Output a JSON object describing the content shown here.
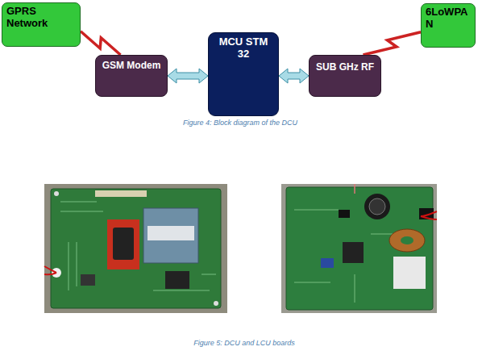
{
  "diagram": {
    "caption": "Figure 4: Block diagram of the DCU",
    "nodes": [
      {
        "text": [
          "GPRS Network"
        ]
      },
      {
        "text": [
          "GSM Modem"
        ]
      },
      {
        "text": [
          "MCU STM 32"
        ]
      },
      {
        "text": [
          "SUB GHz RF"
        ]
      },
      {
        "text": [
          "6LoWPA N"
        ]
      }
    ],
    "edges": [
      {
        "from": 0,
        "to": 1,
        "arrow": "none"
      },
      {
        "from": 1,
        "to": 2,
        "arrow": "both"
      },
      {
        "from": 2,
        "to": 3,
        "arrow": "both"
      },
      {
        "from": 3,
        "to": 4,
        "arrow": "none"
      }
    ],
    "labels": [
      "Figure 5: DCU and LCU boards"
    ]
  }
}
